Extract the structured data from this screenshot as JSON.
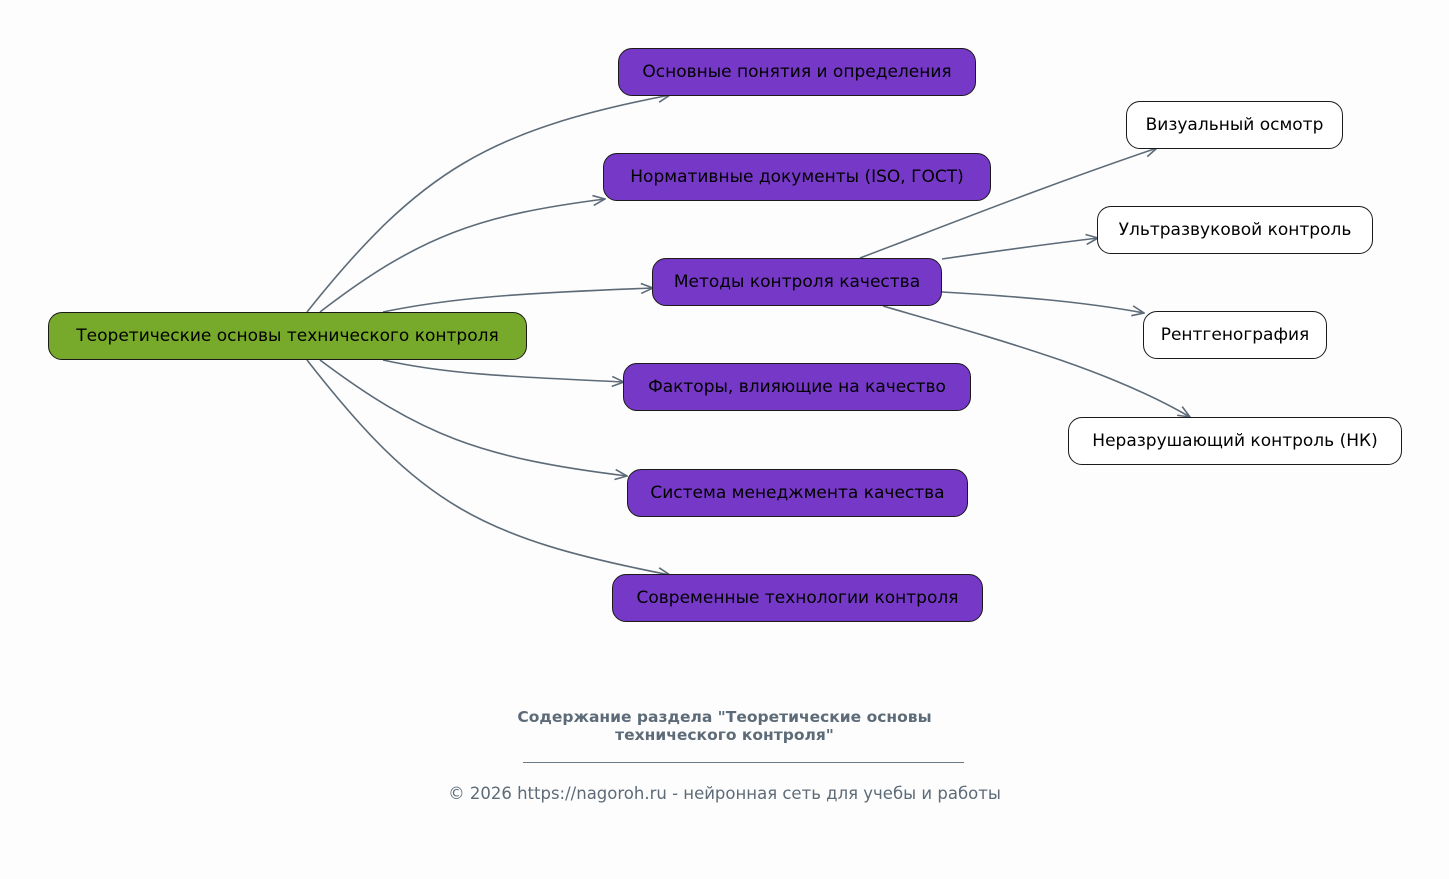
{
  "diagram": {
    "type": "mindmap",
    "colors": {
      "root_fill": "#77aa2a",
      "topic_fill": "#7638c7",
      "leaf_fill": "#ffffff",
      "edge": "#5d6b78",
      "text_muted": "#5d6b78"
    },
    "root": {
      "id": "root",
      "label": "Теоретические основы технического контроля"
    },
    "topics": [
      {
        "id": "t1",
        "label": "Основные понятия и определения"
      },
      {
        "id": "t2",
        "label": "Нормативные документы (ISO, ГОСТ)"
      },
      {
        "id": "t3",
        "label": "Методы контроля качества"
      },
      {
        "id": "t4",
        "label": "Факторы, влияющие на качество"
      },
      {
        "id": "t5",
        "label": "Система менеджмента качества"
      },
      {
        "id": "t6",
        "label": "Современные технологии контроля"
      }
    ],
    "leaves": [
      {
        "id": "l1",
        "parent": "t3",
        "label": "Визуальный осмотр"
      },
      {
        "id": "l2",
        "parent": "t3",
        "label": "Ультразвуковой контроль"
      },
      {
        "id": "l3",
        "parent": "t3",
        "label": "Рентгенография"
      },
      {
        "id": "l4",
        "parent": "t3",
        "label": "Неразрушающий контроль (НК)"
      }
    ],
    "edges": [
      [
        "root",
        "t1"
      ],
      [
        "root",
        "t2"
      ],
      [
        "root",
        "t3"
      ],
      [
        "root",
        "t4"
      ],
      [
        "root",
        "t5"
      ],
      [
        "root",
        "t6"
      ],
      [
        "t3",
        "l1"
      ],
      [
        "t3",
        "l2"
      ],
      [
        "t3",
        "l3"
      ],
      [
        "t3",
        "l4"
      ]
    ]
  },
  "caption": {
    "title_line1": "Содержание раздела \"Теоретические основы",
    "title_line2": "технического контроля\"",
    "copyright": "© 2026 https://nagoroh.ru - нейронная сеть для учебы и работы"
  }
}
